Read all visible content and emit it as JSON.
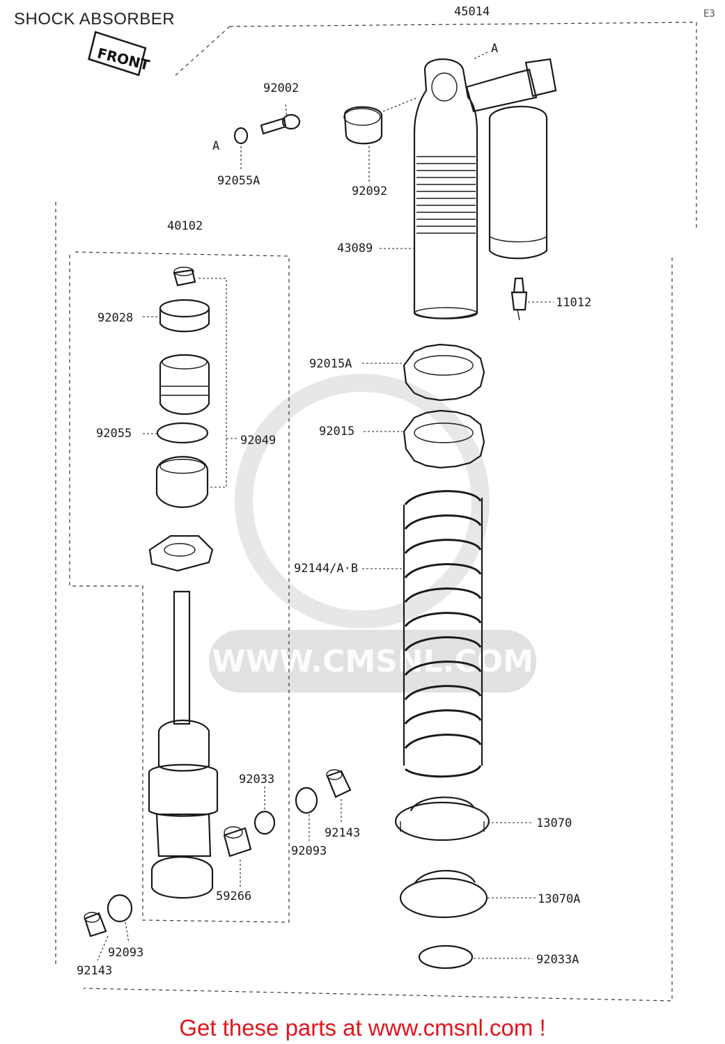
{
  "header": {
    "title": "SHOCK ABSORBER",
    "corner_code": "E3"
  },
  "diagram": {
    "front_marker": "FRONT",
    "watermark_url": "WWW.CMSNL.COM",
    "part_labels": {
      "p45014": "45014",
      "p92002": "92002",
      "pA1": "A",
      "pA2": "A",
      "p92055A": "92055A",
      "p92092": "92092",
      "p43089": "43089",
      "p11012": "11012",
      "p40102": "40102",
      "p92028": "92028",
      "p92055": "92055",
      "p92049": "92049",
      "p92015A": "92015A",
      "p92015": "92015",
      "p92144": "92144/A·B",
      "p92033": "92033",
      "p92143a": "92143",
      "p92093a": "92093",
      "p59266": "59266",
      "p13070": "13070",
      "p13070A": "13070A",
      "p92033A": "92033A",
      "p92093b": "92093",
      "p92143b": "92143"
    }
  },
  "footer": {
    "text": "Get these parts at www.cmsnl.com !"
  }
}
